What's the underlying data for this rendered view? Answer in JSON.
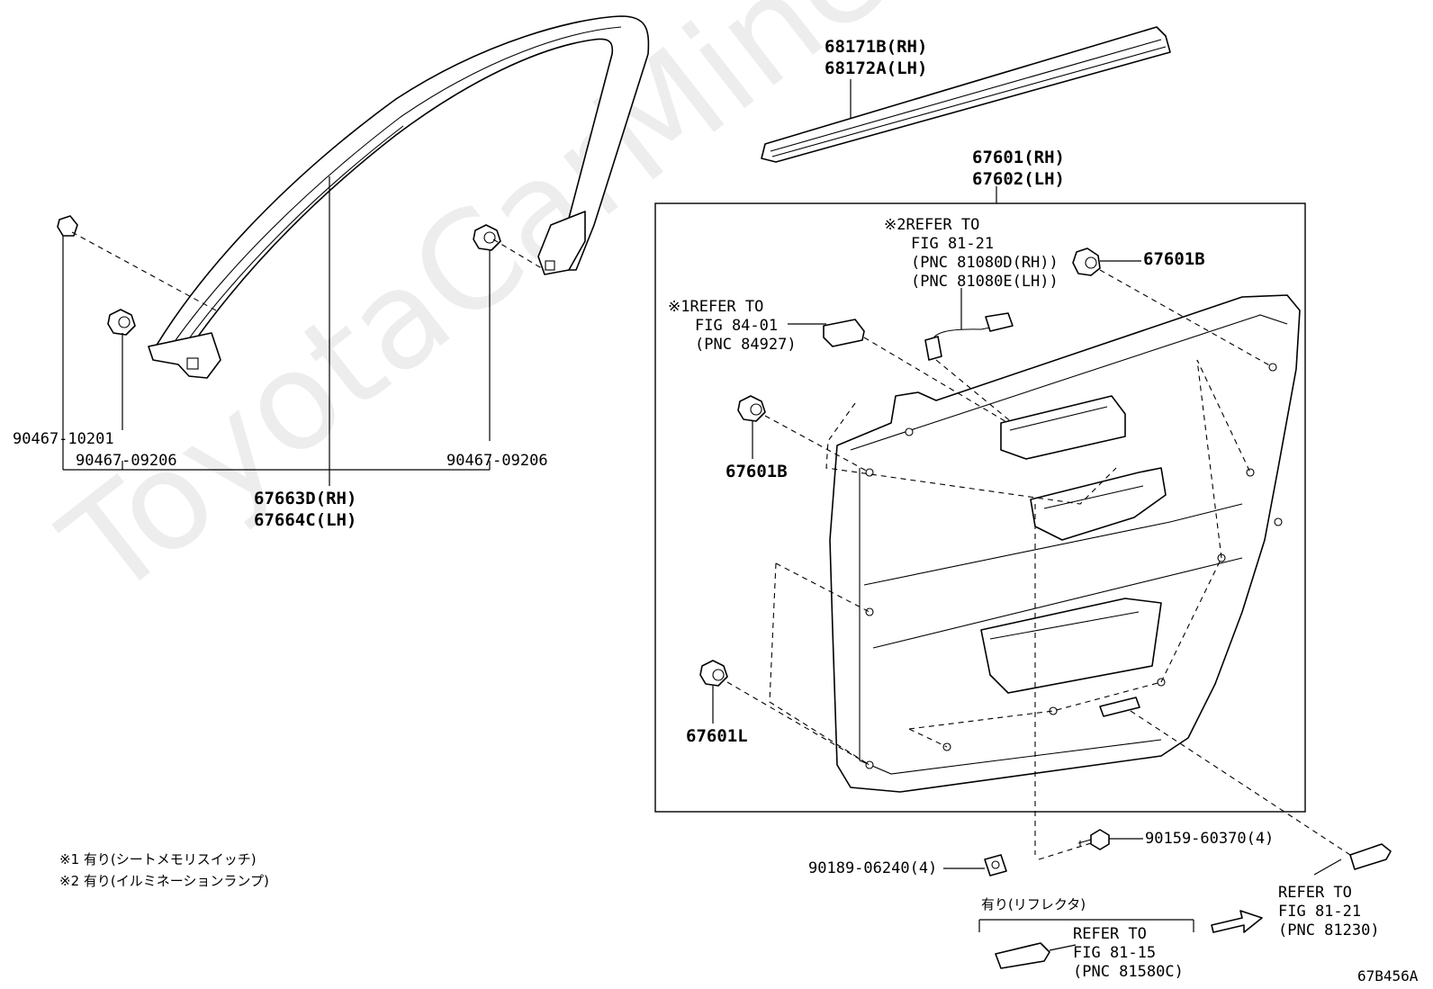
{
  "watermark": "ToyotaCarMine.ru",
  "figure_id": "67B456A",
  "labels": {
    "weatherstrip_rh": "68171B(RH)",
    "weatherstrip_lh": "68172A(LH)",
    "panel_rh": "67601(RH)",
    "panel_lh": "67602(LH)",
    "note2_line1": "※2REFER TO",
    "note2_line2": "FIG 81-21",
    "note2_line3": "(PNC 81080D(RH))",
    "note2_line4": "(PNC 81080E(LH))",
    "clip_67601b_top": "67601B",
    "note1_line1": "※1REFER TO",
    "note1_line2": "FIG 84-01",
    "note1_line3": "(PNC 84927)",
    "clip_67601b_mid": "67601B",
    "clip_67601l": "67601L",
    "clip_90467_10201": "90467-10201",
    "clip_90467_09206_left": "90467-09206",
    "clip_90467_09206_right": "90467-09206",
    "frame_rh": "67663D(RH)",
    "frame_lh": "67664C(LH)",
    "screw_90159": "90159-60370(4)",
    "nut_90189": "90189-06240(4)",
    "lamp_ref_line1": "REFER TO",
    "lamp_ref_line2": "FIG 81-21",
    "lamp_ref_line3": "(PNC 81230)",
    "reflector_heading": "有り(リフレクタ)",
    "reflector_ref_line1": "REFER TO",
    "reflector_ref_line2": "FIG 81-15",
    "reflector_ref_line3": "(PNC 81580C)",
    "footnote1": "※1 有り(シートメモリスイッチ)",
    "footnote2": "※2 有り(イルミネーションランプ)"
  }
}
